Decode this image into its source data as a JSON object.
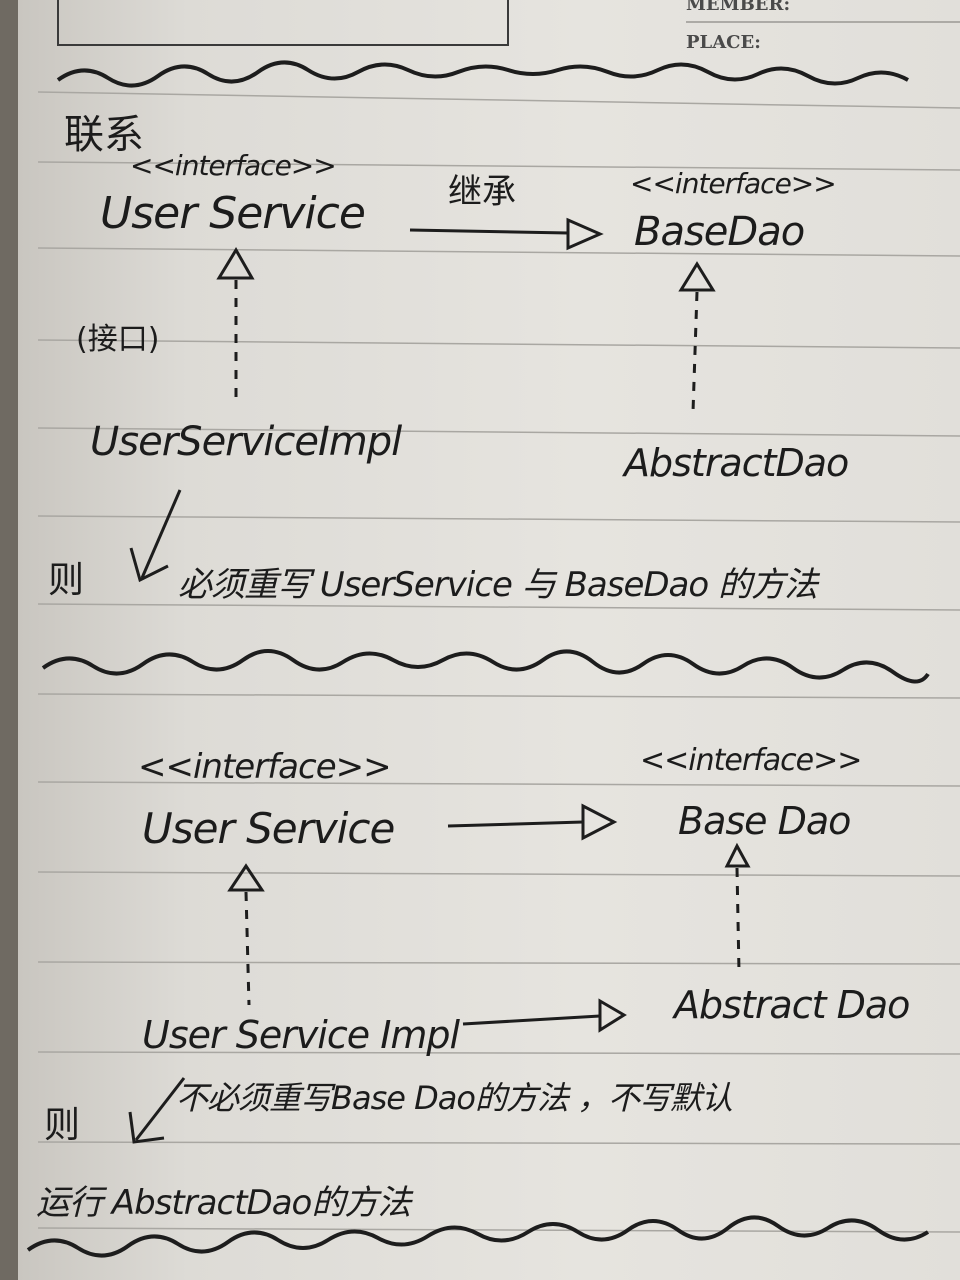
{
  "header": {
    "member_label": "MEMBER:",
    "place_label": "PLACE:"
  },
  "section1": {
    "title": "联系",
    "user_service": {
      "stereotype": "<<interface>>",
      "name": "User Service"
    },
    "base_dao": {
      "stereotype": "<<interface>>",
      "name": "BaseDao"
    },
    "inherit_label": "继承",
    "interface_note": "(接口)",
    "impl": "UserServiceImpl",
    "abstract_dao": "AbstractDao",
    "conclusion_prefix": "则",
    "conclusion": "必须重写 UserService 与 BaseDao 的方法"
  },
  "section2": {
    "user_service": {
      "stereotype": "<<interface>>",
      "name": "User Service"
    },
    "base_dao": {
      "stereotype": "<<interface>>",
      "name": "Base Dao"
    },
    "impl": "User Service Impl",
    "abstract_dao": "Abstract Dao",
    "conclusion_prefix": "则",
    "conclusion_line1": "不必须重写Base Dao的方法 ，不写默认",
    "conclusion_line2": "运行 AbstractDao的方法"
  }
}
